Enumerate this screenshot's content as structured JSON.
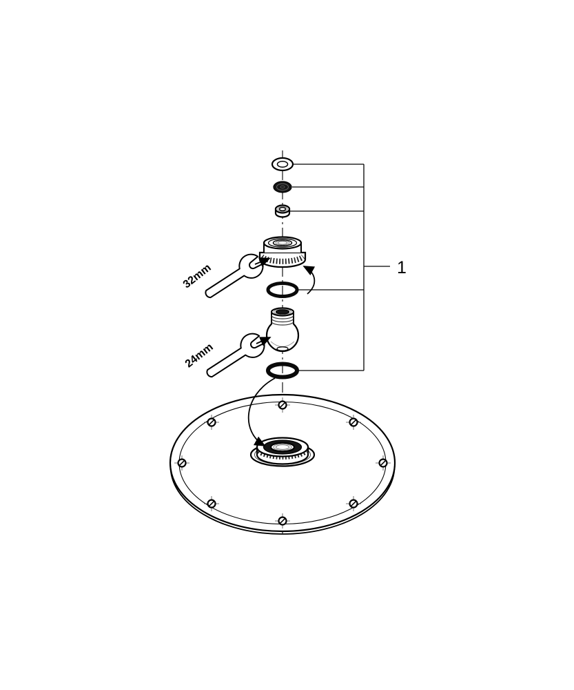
{
  "diagram": {
    "callout": {
      "label": "1"
    },
    "tools": {
      "wrench_32": {
        "label": "32mm"
      },
      "wrench_24": {
        "label": "24mm"
      }
    }
  }
}
